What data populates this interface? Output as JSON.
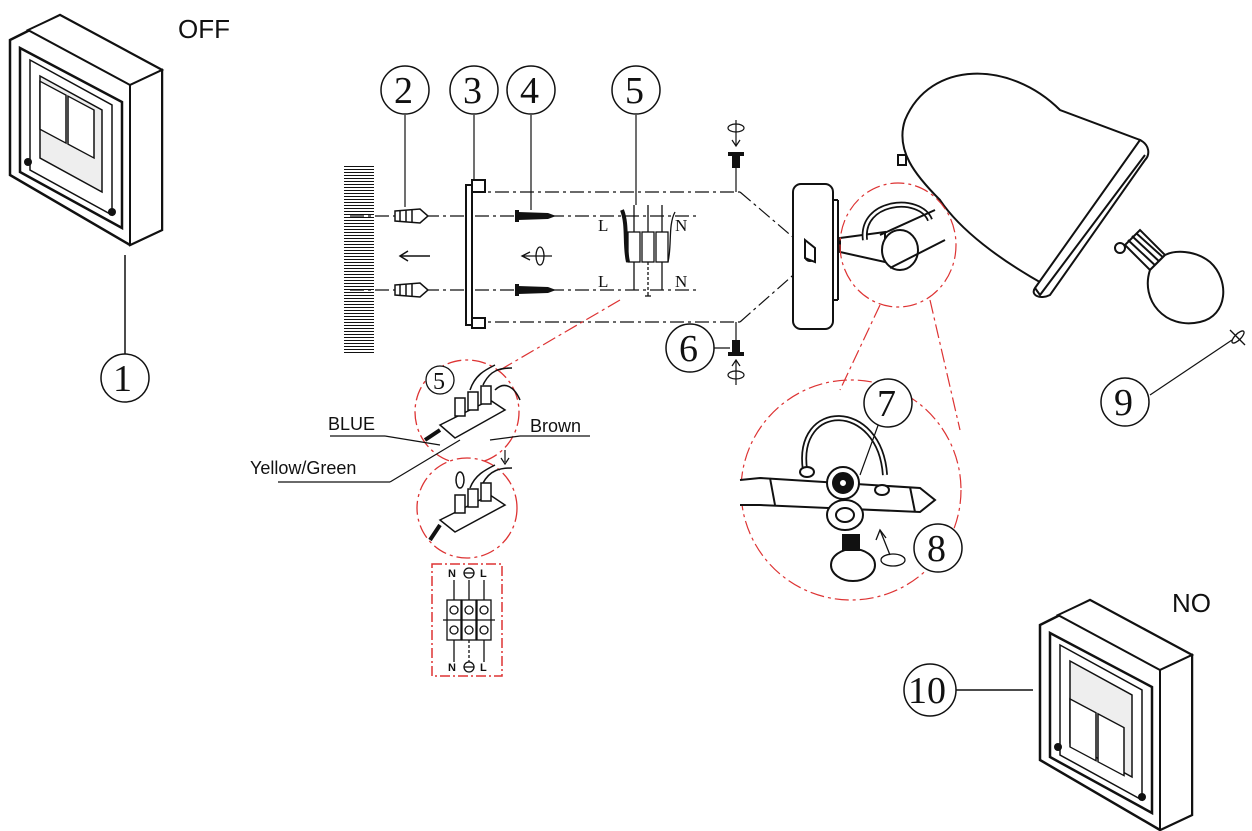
{
  "switch_states": {
    "off": "OFF",
    "on": "NO"
  },
  "parts": [
    "1",
    "2",
    "3",
    "4",
    "5",
    "6",
    "7",
    "8",
    "9",
    "10"
  ],
  "wire_labels": {
    "blue": "BLUE",
    "brown": "Brown",
    "earth": "Yellow/Green"
  },
  "terminal_letters": {
    "left_live": "L",
    "right_neutral": "N",
    "lower_live": "L",
    "lower_neutral": "N"
  },
  "terminal_block": {
    "top": [
      "N",
      "L"
    ],
    "bottom": [
      "N",
      "L"
    ]
  },
  "detail_callout": "5"
}
